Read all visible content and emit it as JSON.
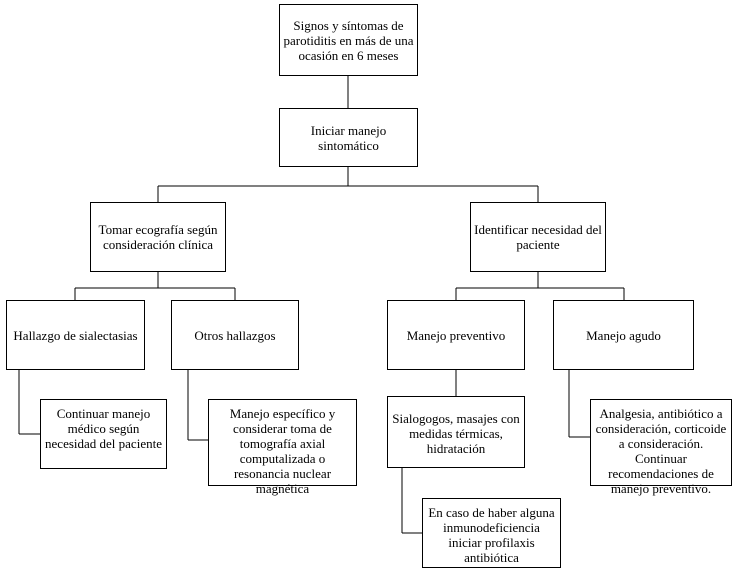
{
  "flowchart": {
    "root": "Signos y síntomas de parotiditis en más de una ocasión en 6 meses",
    "step1": "Iniciar manejo sintomático",
    "branch_left": "Tomar ecografía según consideración clínica",
    "branch_right": "Identificar necesidad del paciente",
    "finding_sialectasias": "Hallazgo de sialectasias",
    "finding_other": "Otros hallazgos",
    "management_preventive": "Manejo preventivo",
    "management_acute": "Manejo agudo",
    "action_sialectasias": "Continuar manejo médico según necesidad del paciente",
    "action_other": "Manejo específico y considerar toma de tomografía axial computalizada o resonancia nuclear magnética",
    "action_preventive": "Sialogogos, masajes con medidas térmicas, hidratación",
    "action_acute": "Analgesia, antibiótico a consideración, corticoide a consideración. Continuar recomendaciones de manejo preventivo.",
    "action_immunodeficiency": "En caso de haber alguna inmunodeficiencia iniciar profilaxis antibiótica"
  }
}
